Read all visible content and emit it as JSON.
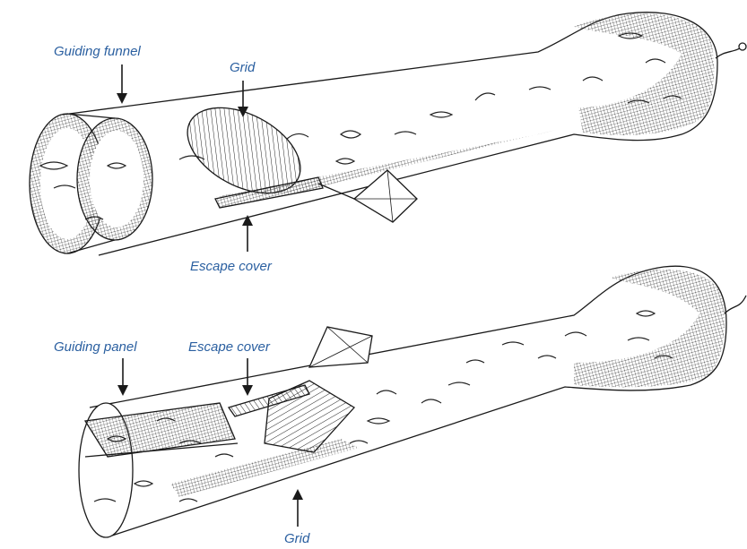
{
  "colors": {
    "label_text": "#2a5fa0",
    "line": "#1a1a1a",
    "background": "#ffffff"
  },
  "top_diagram": {
    "labels": {
      "guiding_funnel": "Guiding funnel",
      "grid": "Grid",
      "escape_cover": "Escape cover"
    }
  },
  "bottom_diagram": {
    "labels": {
      "guiding_panel": "Guiding panel",
      "escape_cover": "Escape cover",
      "grid": "Grid"
    }
  }
}
